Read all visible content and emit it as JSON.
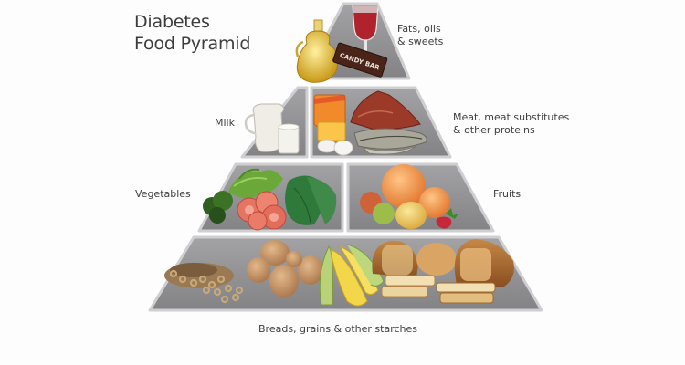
{
  "title": {
    "line1": "Diabetes",
    "line2": "Food Pyramid"
  },
  "tiers": [
    {
      "name": "fats-oils-sweets",
      "label_line1": "Fats, oils",
      "label_line2": "& sweets",
      "foods": [
        "olive oil cruet",
        "glass of red wine",
        "candy bar"
      ]
    },
    {
      "name": "milk",
      "label": "Milk",
      "foods": [
        "milk pitcher",
        "glass of milk"
      ]
    },
    {
      "name": "meat",
      "label_line1": "Meat, meat substitutes",
      "label_line2": "& other proteins",
      "foods": [
        "cheese",
        "eggs",
        "steak",
        "fish"
      ]
    },
    {
      "name": "vegetables",
      "label": "Vegetables",
      "foods": [
        "broccoli",
        "lettuce",
        "tomato slices",
        "spinach"
      ]
    },
    {
      "name": "fruits",
      "label": "Fruits",
      "foods": [
        "grapefruit",
        "orange",
        "apple",
        "lemon",
        "strawberry"
      ]
    },
    {
      "name": "starches",
      "label": "Breads, grains & other starches",
      "foods": [
        "cereal",
        "potatoes",
        "corn",
        "bread loaves"
      ]
    }
  ],
  "candy_bar_text": "CANDY BAR",
  "colors": {
    "tier_fill": "#8e8e90",
    "tier_edge": "#c9c9cb",
    "background": "#fdfdfd"
  }
}
